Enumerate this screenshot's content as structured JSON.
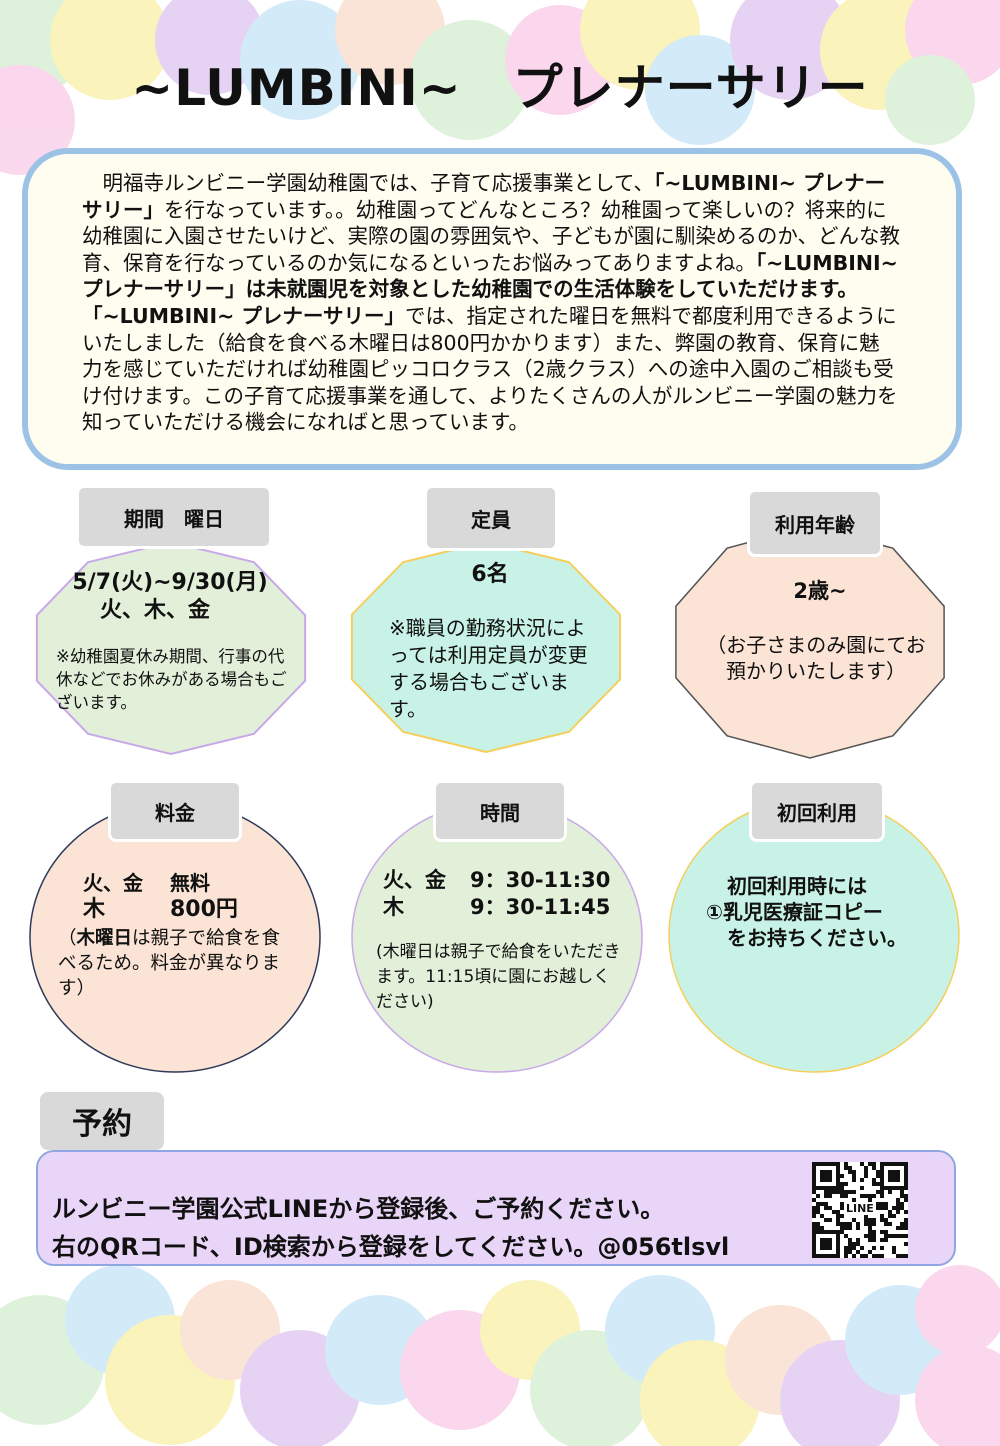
{
  "title": "~LUMBINI~　プレナーサリー",
  "intro": {
    "p1": "明福寺ルンビニー学園幼稚園では、子育て応援事業として、",
    "b1": "「~LUMBINI~ プレナーサリー」",
    "p2": "を行なっています。。幼稚園ってどんなところ？幼稚園って楽しいの？将来的に幼稚園に入園させたいけど、実際の園の雰囲気や、子どもが園に馴染めるのか、どんな教育、保育を行なっているのか気になるといったお悩みってありますよね。",
    "b2": "「~LUMBINI~ プレナーサリー」は未就園児を対象とした幼稚園での生活体験をしていただけます。「~LUMBINI~ プレナーサリー」",
    "p3": "では、指定された曜日を無料で都度利用できるようにいたしました（給食を食べる木曜日は800円かかります）また、弊園の教育、保育に魅力を感じていただければ幼稚園ピッコロクラス（2歳クラス）への途中入園のご相談も受け付けます。この子育て応援事業を通して、よりたくさんの人がルンビニー学園の魅力を知っていただける機会になればと思っています。"
  },
  "period": {
    "label": "期間　曜日",
    "dates": "5/7(火)~9/30(月)",
    "days": "火、木、金",
    "note": "※幼稚園夏休み期間、行事の代休などでお休みがある場合もございます。",
    "fill": "#e2efd9",
    "stroke": "#c9a8e8"
  },
  "capacity": {
    "label": "定員",
    "value": "6名",
    "note": "※職員の勤務状況によっては利用定員が変更する場合もございます。",
    "fill": "#c8f2e6",
    "stroke": "#f5cf5a"
  },
  "age": {
    "label": "利用年齢",
    "value": "2歳~",
    "note": "（お子さまのみ園にてお預かりいたします）",
    "fill": "#fbe4d5",
    "stroke": "#555555"
  },
  "fee": {
    "label": "料金",
    "row1_day": "火、金",
    "row1_val": "無料",
    "row2_day": "木",
    "row2_val": "800円",
    "note_open": "（",
    "note_bold": "木曜日",
    "note_rest": "は親子で給食を食べるため。料金が異なります）",
    "fill": "#fbe4d5",
    "stroke": "#2f3a5a"
  },
  "time": {
    "label": "時間",
    "row1_day": "火、金",
    "row1_val": "9：30-11:30",
    "row2_day": "木",
    "row2_val": "9：30-11:45",
    "note": "(木曜日は親子で給食をいただきます。11:15頃に園にお越しください)",
    "fill": "#e2efd9",
    "stroke": "#c9a8e8"
  },
  "first": {
    "label": "初回利用",
    "line1": "初回利用時には",
    "line2": "①乳児医療証コピー",
    "line3": "をお持ちください。",
    "fill": "#c8f2e6",
    "stroke": "#f5cf5a"
  },
  "reservation": {
    "label": "予約",
    "line1": "ルンビニー学園公式LINEから登録後、ご予約ください。",
    "line2": "右のQRコード、ID検索から登録をしてください。@056tlsvl",
    "qr_label": "LINE"
  }
}
